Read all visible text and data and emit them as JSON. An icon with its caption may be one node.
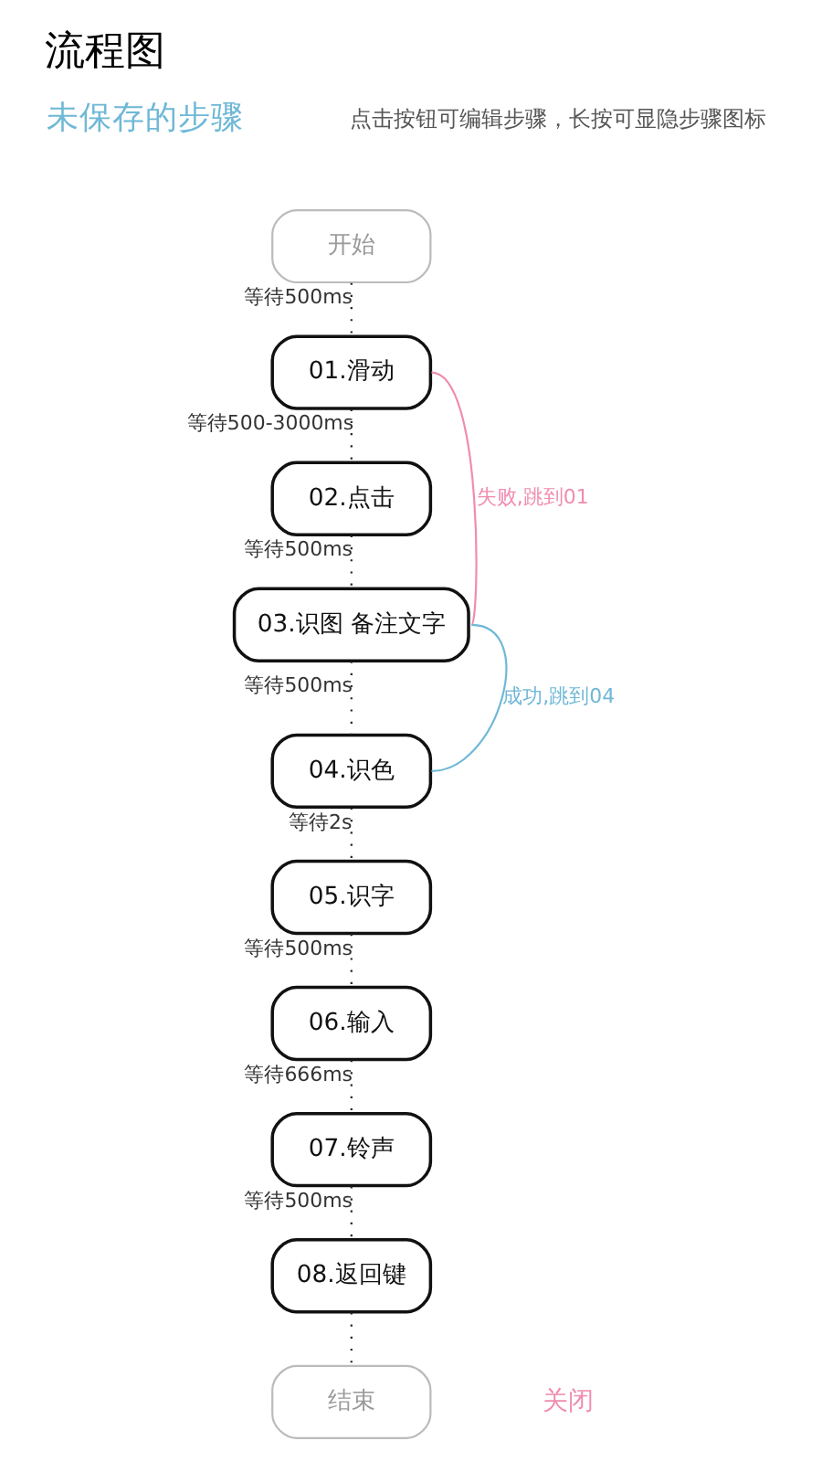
{
  "diagram": {
    "title": "流程图",
    "nodes": [
      {
        "text": [
          "开始"
        ]
      },
      {
        "text": [
          "01.滑动"
        ]
      },
      {
        "text": [
          "02.点击"
        ]
      },
      {
        "text": [
          "03.识图 备注文字"
        ]
      },
      {
        "text": [
          "04.识色"
        ]
      },
      {
        "text": [
          "05.识字"
        ]
      },
      {
        "text": [
          "06.输入"
        ]
      },
      {
        "text": [
          "07.铃声"
        ]
      },
      {
        "text": [
          "08.返回键"
        ]
      },
      {
        "text": [
          "结束"
        ]
      }
    ],
    "edges": [
      {
        "from": 0,
        "to": 1,
        "arrow": "none",
        "style": "dashed",
        "label": "等待500ms"
      },
      {
        "from": 1,
        "to": 2,
        "arrow": "none",
        "style": "dashed",
        "label": "等待500-3000ms"
      },
      {
        "from": 2,
        "to": 3,
        "arrow": "none",
        "style": "dashed",
        "label": "等待500ms"
      },
      {
        "from": 3,
        "to": 4,
        "arrow": "none",
        "style": "dashed",
        "label": "等待500ms"
      },
      {
        "from": 4,
        "to": 5,
        "arrow": "none",
        "style": "dashed",
        "label": "等待2s"
      },
      {
        "from": 5,
        "to": 6,
        "arrow": "none",
        "style": "dashed",
        "label": "等待500ms"
      },
      {
        "from": 6,
        "to": 7,
        "arrow": "none",
        "style": "dashed",
        "label": "等待666ms"
      },
      {
        "from": 7,
        "to": 8,
        "arrow": "none",
        "style": "dashed",
        "label": "等待500ms"
      },
      {
        "from": 8,
        "to": 9,
        "arrow": "none",
        "style": "dashed"
      },
      {
        "from": 3,
        "to": 4,
        "arrow": "none",
        "label": "成功,跳到04",
        "color": "#6fb8d6"
      },
      {
        "from": 3,
        "to": 1,
        "arrow": "none",
        "label": "失败,跳到01",
        "color": "#f08cb0"
      }
    ],
    "labels": [
      "未保存的步骤",
      "点击按钮可编辑步骤，长按可显隐步骤图标",
      "关闭"
    ]
  }
}
